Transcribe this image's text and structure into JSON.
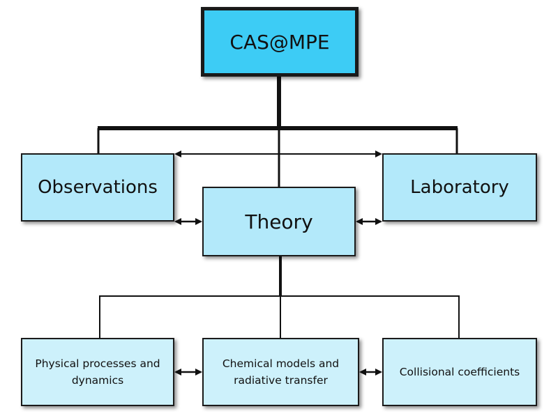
{
  "diagram": {
    "root": "CAS@MPE",
    "observations": "Observations",
    "laboratory": "Laboratory",
    "theory": "Theory",
    "physical": "Physical processes and dynamics",
    "chemical": "Chemical models and radiative transfer",
    "collisional": "Collisional coefficients"
  }
}
